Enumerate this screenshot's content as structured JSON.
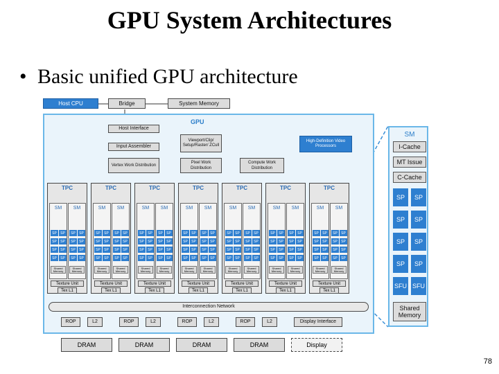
{
  "slide": {
    "title": "GPU System Architectures",
    "bullet": "Basic unified GPU architecture",
    "page_number": "78"
  },
  "diagram": {
    "top_row": {
      "host_cpu": "Host CPU",
      "bridge": "Bridge",
      "system_memory": "System Memory"
    },
    "gpu_label": "GPU",
    "host_interface": "Host Interface",
    "input_assembler": "Input Assembler",
    "viewport": "Viewport/Clip/ Setup/Raster/ ZCull",
    "hd_video": "High-Definition Video Processors",
    "work_distribution": [
      "Vertex Work Distribution",
      "Pixel Work Distribution",
      "Compute Work Distribution"
    ],
    "tpc_label": "TPC",
    "sm_label": "SM",
    "sp_label": "SP",
    "shared_memory_small": "Shared Memory",
    "texture_unit": "Texture Unit",
    "tex_l1": "Tex L1",
    "interconnect": "Interconnection Network",
    "rop": "ROP",
    "l2": "L2",
    "display_interface": "Display Interface",
    "dram": "DRAM",
    "display": "Display",
    "sm_detail": {
      "title": "SM",
      "i_cache": "I-Cache",
      "mt_issue": "MT Issue",
      "c_cache": "C-Cache",
      "sp": "SP",
      "sfu": "SFU",
      "shared_memory": "Shared Memory"
    }
  }
}
